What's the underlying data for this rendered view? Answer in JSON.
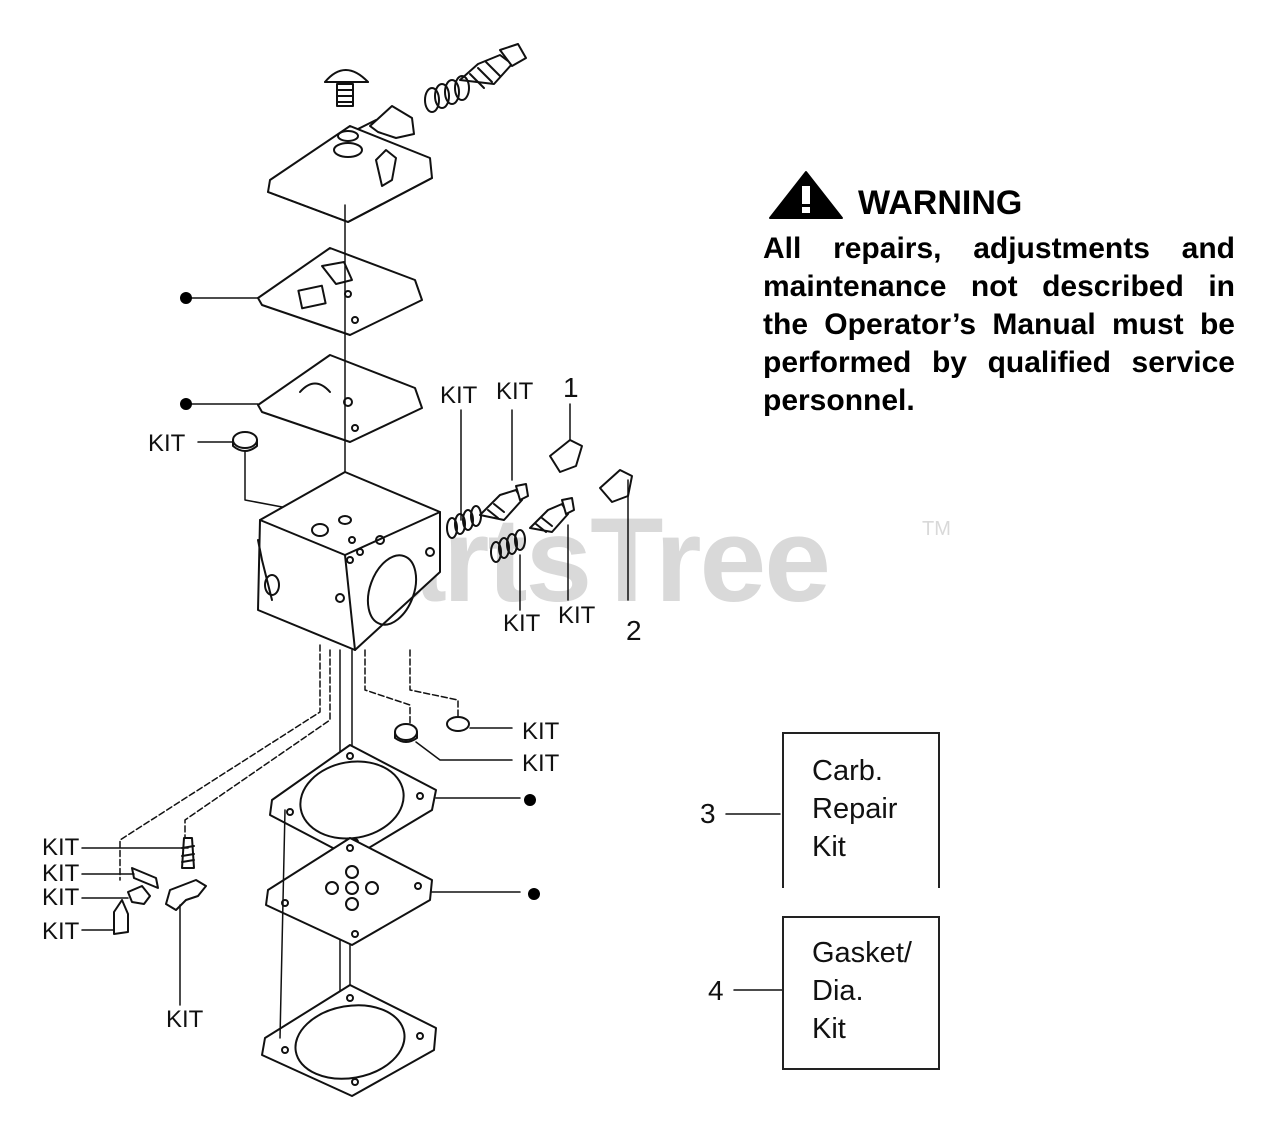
{
  "warning": {
    "heading": "WARNING",
    "body": "All repairs, adjustments and maintenance not described in the Operator’s Manual must be performed by qualified service personnel."
  },
  "watermark": {
    "text": "PartsTree",
    "mark": "TM"
  },
  "callouts": {
    "kit_label": "KIT",
    "n1": "1",
    "n2": "2",
    "n3": "3",
    "n4": "4"
  },
  "kits": {
    "carb_repair": {
      "line1": "Carb.",
      "line2": "Repair",
      "line3": "Kit"
    },
    "gasket_dia": {
      "line1": "Gasket/",
      "line2": "Dia.",
      "line3": "Kit"
    }
  },
  "icons": [
    "warning-triangle-icon",
    "bullet-dot-icon"
  ]
}
